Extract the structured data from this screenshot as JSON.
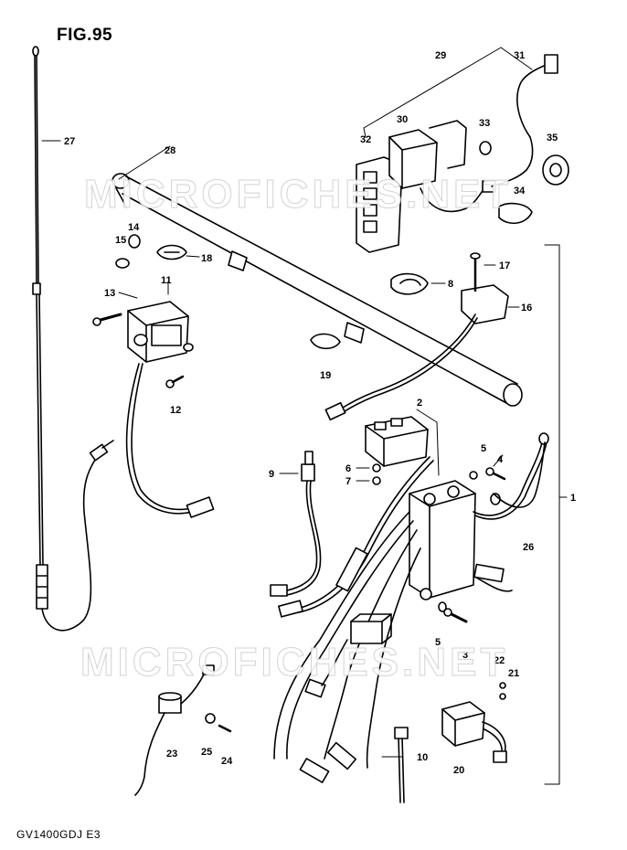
{
  "figure": {
    "title": "FIG.95",
    "model_code": "GV1400GDJ E3"
  },
  "watermark": "MICROFICHES.NET",
  "callouts": [
    "1",
    "2",
    "3",
    "4",
    "5",
    "5",
    "6",
    "7",
    "8",
    "9",
    "10",
    "11",
    "12",
    "13",
    "14",
    "15",
    "16",
    "17",
    "18",
    "19",
    "20",
    "21",
    "22",
    "23",
    "24",
    "25",
    "26",
    "27",
    "28",
    "29",
    "30",
    "31",
    "32",
    "33",
    "34",
    "35"
  ],
  "colors": {
    "line": "#000000",
    "watermark_outline": "#cfcfcf"
  }
}
